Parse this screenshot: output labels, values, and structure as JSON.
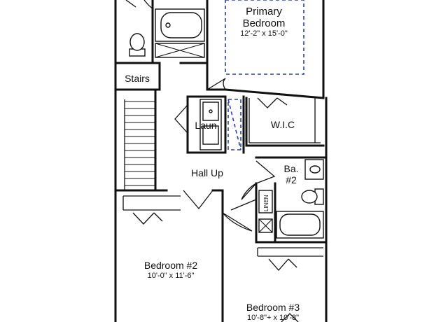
{
  "rooms": {
    "primary": {
      "name_line1": "Primary",
      "name_line2": "Bedroom",
      "dimensions": "12'-2\" x 15'-0\""
    },
    "stairs": {
      "name": "Stairs"
    },
    "laundry": {
      "name": "Laun"
    },
    "wic": {
      "name": "W.I.C"
    },
    "hall": {
      "name": "Hall Up"
    },
    "bath2": {
      "name_line1": "Ba.",
      "name_line2": "#2"
    },
    "linen": {
      "name": "LINEN"
    },
    "bedroom2": {
      "name": "Bedroom #2",
      "dimensions": "10'-0\" x 11'-6\""
    },
    "bedroom3": {
      "name": "Bedroom #3",
      "dimensions": "10'-8\"+ x 10'-8\""
    }
  },
  "colors": {
    "wall": "#111111",
    "dashed_outline": "#2b3fb8",
    "background": "#ffffff"
  }
}
